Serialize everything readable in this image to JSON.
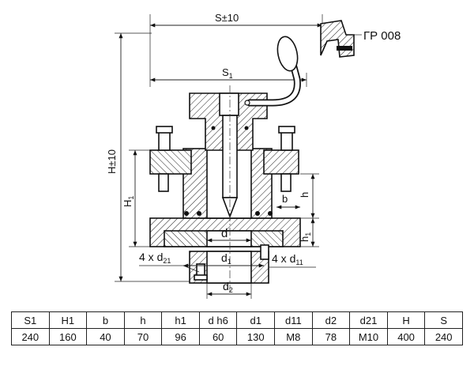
{
  "drawing": {
    "label_S_total": "S±10",
    "label_S1": "S",
    "label_S1_sub": "1",
    "label_H_total": "H±10",
    "label_H1": "H",
    "label_H1_sub": "1",
    "label_h": "h",
    "label_h1": "h",
    "label_h1_sub": "1",
    "label_b": "b",
    "label_d": "d",
    "label_d1": "d",
    "label_d1_sub": "1",
    "label_d2": "d",
    "label_d2_sub": "2",
    "label_d21_prefix": "4 x d",
    "label_d21_sub": "21",
    "label_d11_prefix": "4 x d",
    "label_d11_sub": "11",
    "detail_label": "ГР 008"
  },
  "table": {
    "headers": [
      "S1",
      "H1",
      "b",
      "h",
      "h1",
      "d h6",
      "d1",
      "d11",
      "d2",
      "d21",
      "H",
      "S"
    ],
    "values": [
      "240",
      "160",
      "40",
      "70",
      "96",
      "60",
      "130",
      "M8",
      "78",
      "M10",
      "400",
      "240"
    ]
  }
}
